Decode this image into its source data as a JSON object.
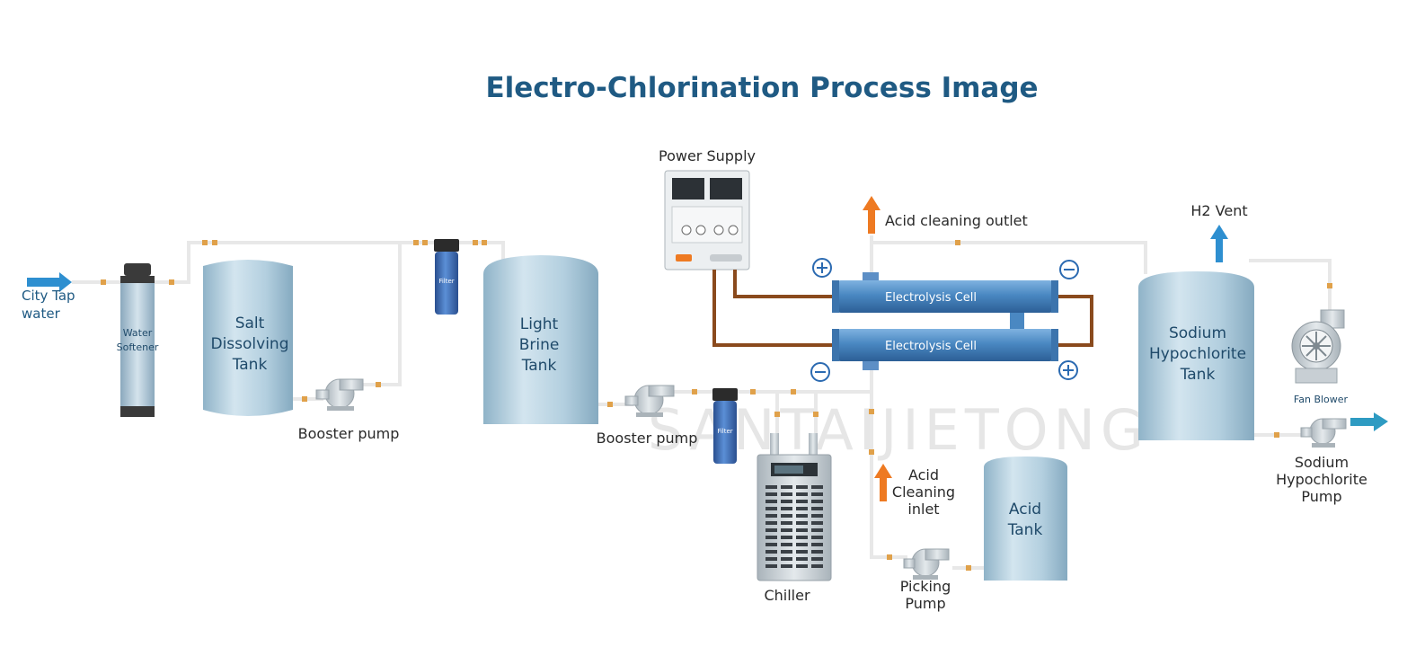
{
  "title": "Electro-Chlorination Process Image",
  "watermark": "SANTAIJIETONG",
  "labels": {
    "city_tap_line1": "City Tap",
    "city_tap_line2": "water",
    "water_softener_line1": "Water",
    "water_softener_line2": "Softener",
    "salt_tank_line1": "Salt",
    "salt_tank_line2": "Dissolving",
    "salt_tank_line3": "Tank",
    "booster_pump_1": "Booster pump",
    "filter_1": "Filter",
    "light_brine_line1": "Light",
    "light_brine_line2": "Brine",
    "light_brine_line3": "Tank",
    "booster_pump_2": "Booster pump",
    "filter_2": "Filter",
    "chiller": "Chiller",
    "power_supply": "Power Supply",
    "acid_cleaning_outlet": "Acid cleaning outlet",
    "electrolysis_cell_top": "Electrolysis Cell",
    "electrolysis_cell_bottom": "Electrolysis Cell",
    "acid_cleaning_inlet_line1": "Acid",
    "acid_cleaning_inlet_line2": "Cleaning",
    "acid_cleaning_inlet_line3": "inlet",
    "picking_pump_line1": "Picking",
    "picking_pump_line2": "Pump",
    "acid_tank_line1": "Acid",
    "acid_tank_line2": "Tank",
    "h2_vent": "H2 Vent",
    "sodium_tank_line1": "Sodium",
    "sodium_tank_line2": "Hypochlorite",
    "sodium_tank_line3": "Tank",
    "fan_blower": "Fan Blower",
    "sodium_pump_line1": "Sodium",
    "sodium_pump_line2": "Hypochlorite",
    "sodium_pump_line3": "Pump"
  },
  "colors": {
    "title": "#1f5a83",
    "tank_body": "#b8d3e2",
    "pipe": "#e8e8e8",
    "wire": "#8a4a1d",
    "cell": "#4a88c2",
    "arrow_blue": "#2e8fd0",
    "arrow_orange": "#ee7a22",
    "filter": "#3b6db5"
  }
}
